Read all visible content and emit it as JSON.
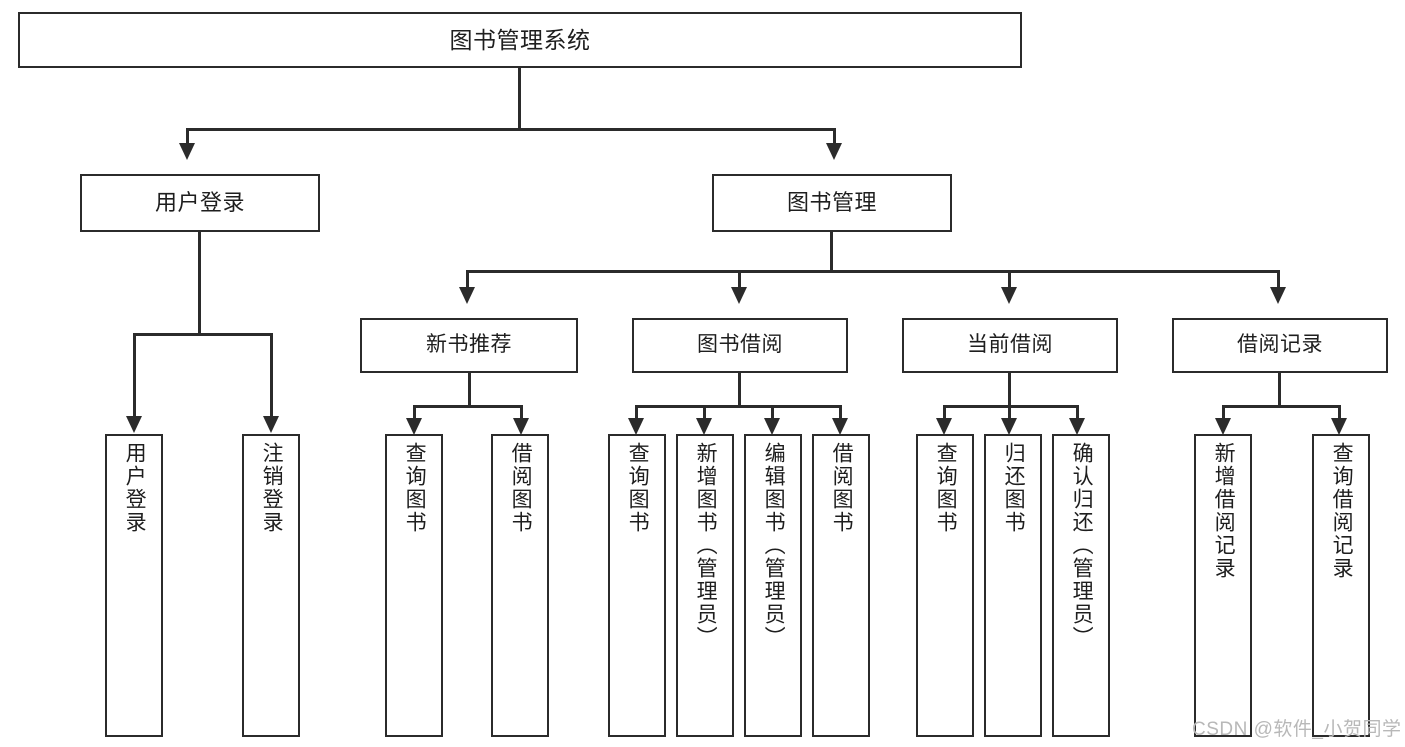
{
  "diagram": {
    "title": "图书管理系统",
    "watermark": "CSDN @软件_小贺同学",
    "line_color": "#2b2b2b",
    "box_fill": "#ffffff",
    "text_color": "#1e1e1e"
  },
  "nodes": {
    "root": {
      "label": "图书管理系统"
    },
    "level2": [
      {
        "label": "用户登录"
      },
      {
        "label": "图书管理"
      }
    ],
    "level3": [
      {
        "label": "新书推荐"
      },
      {
        "label": "图书借阅"
      },
      {
        "label": "当前借阅"
      },
      {
        "label": "借阅记录"
      }
    ],
    "leaves": {
      "user_login": [
        {
          "label": "用户登录"
        },
        {
          "label": "注销登录"
        }
      ],
      "new_book_recommend": [
        {
          "label": "查询图书"
        },
        {
          "label": "借阅图书"
        }
      ],
      "book_borrow": [
        {
          "label": "查询图书"
        },
        {
          "label": "新增图书（管理员）"
        },
        {
          "label": "编辑图书（管理员）"
        },
        {
          "label": "借阅图书"
        }
      ],
      "current_borrow": [
        {
          "label": "查询图书"
        },
        {
          "label": "归还图书"
        },
        {
          "label": "确认归还（管理员）"
        }
      ],
      "borrow_record": [
        {
          "label": "新增借阅记录"
        },
        {
          "label": "查询借阅记录"
        }
      ]
    }
  }
}
